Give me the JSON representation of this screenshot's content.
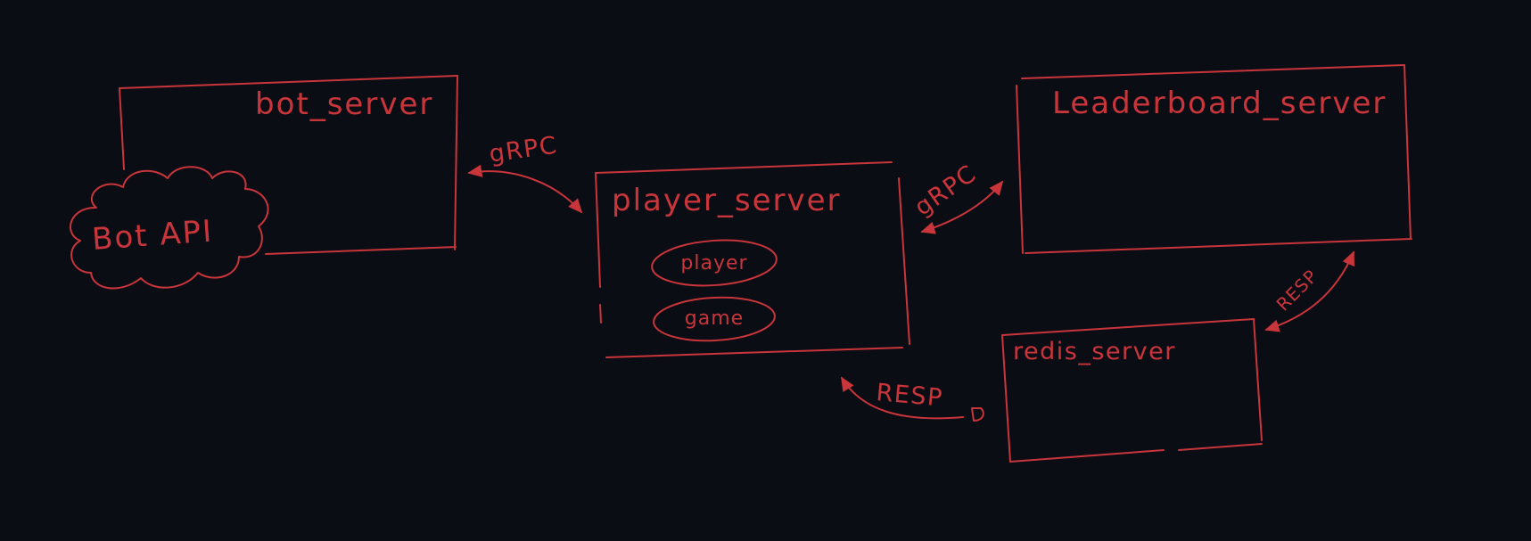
{
  "colors": {
    "background": "#0b0d14",
    "ink": "#c8353b"
  },
  "nodes": {
    "bot_server": {
      "label": "bot_server"
    },
    "bot_api": {
      "label": "Bot API"
    },
    "player_server": {
      "label": "player_server",
      "modules": [
        "player",
        "game"
      ]
    },
    "leaderboard_server": {
      "label": "Leaderboard_server"
    },
    "redis_server": {
      "label": "redis_server"
    }
  },
  "edges": [
    {
      "from": "bot_server",
      "to": "player_server",
      "label": "gRPC",
      "bidirectional": true
    },
    {
      "from": "player_server",
      "to": "leaderboard_server",
      "label": "gRPC",
      "bidirectional": true
    },
    {
      "from": "leaderboard_server",
      "to": "redis_server",
      "label": "RESP",
      "bidirectional": true
    },
    {
      "from": "redis_server",
      "to": "player_server",
      "label": "RESP",
      "bidirectional": false
    }
  ]
}
